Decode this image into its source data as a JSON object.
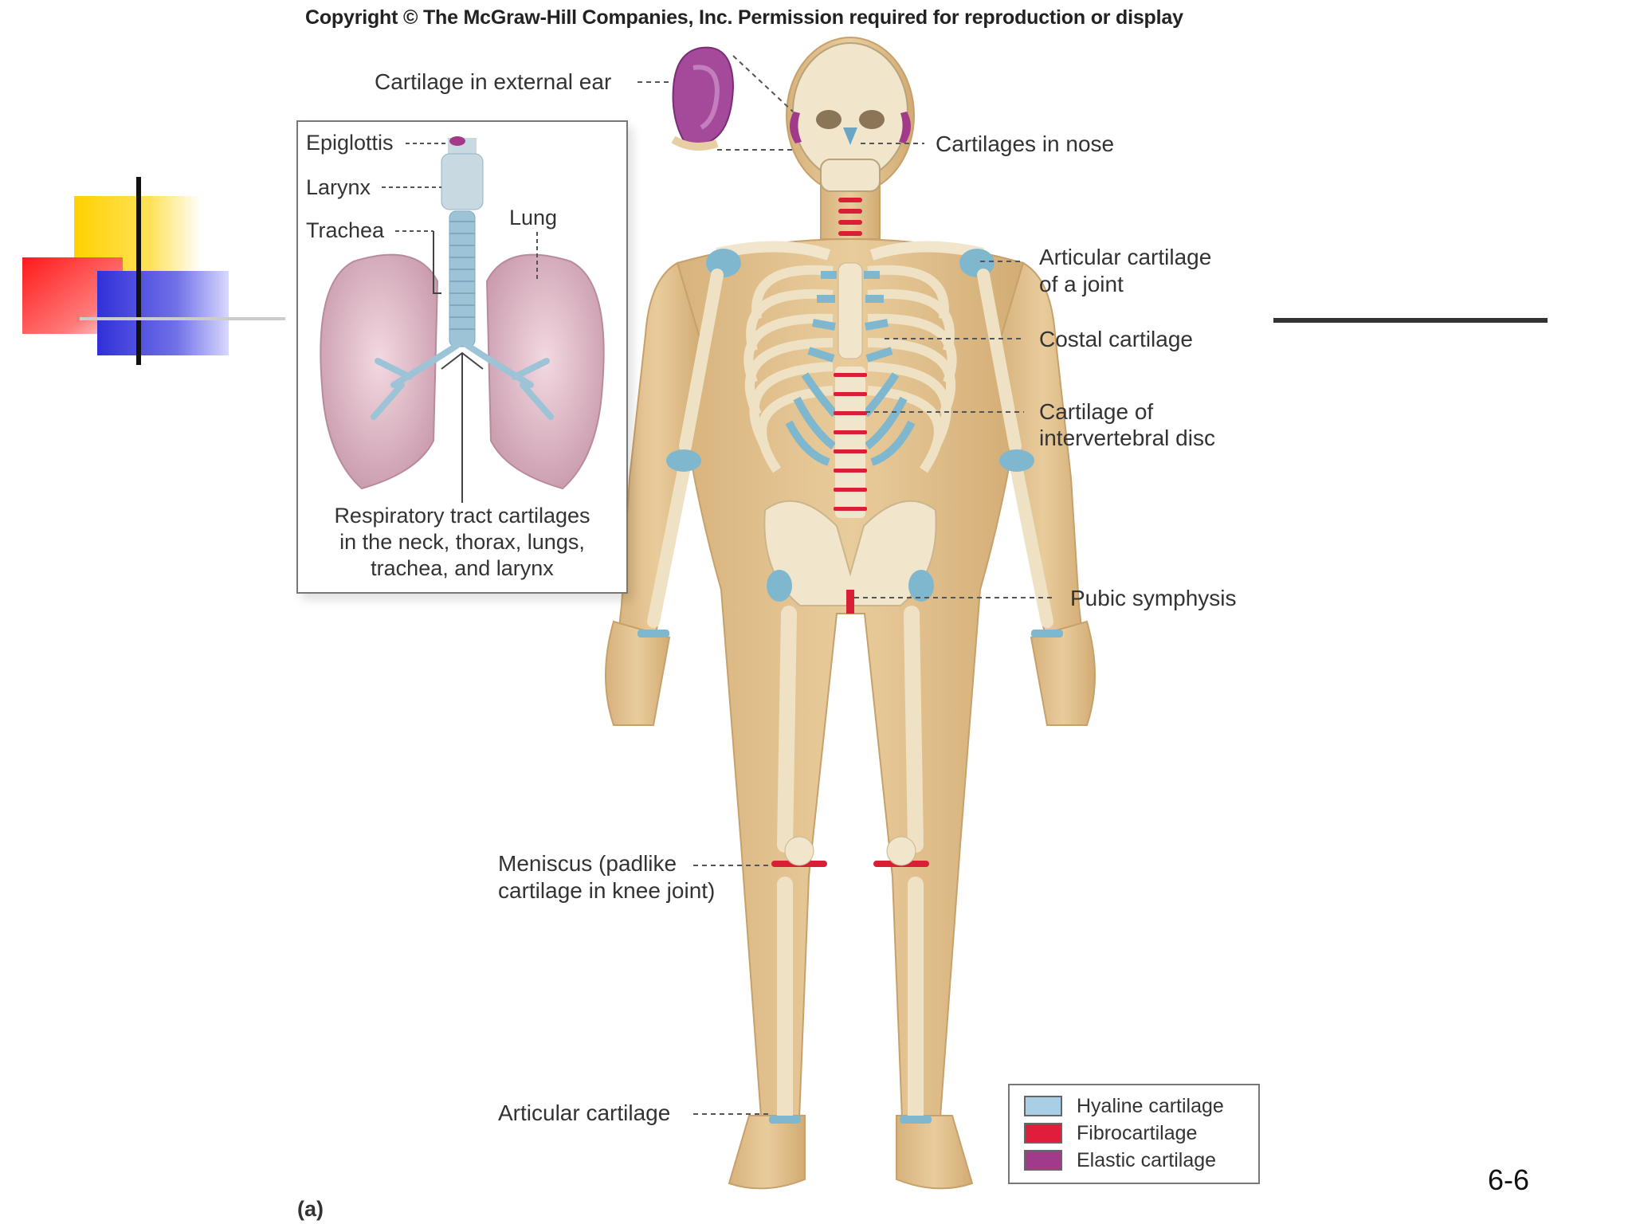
{
  "copyright": "Copyright © The McGraw-Hill Companies, Inc. Permission required for reproduction or display",
  "labels": {
    "external_ear": "Cartilage in external ear",
    "nose": "Cartilages in nose",
    "articular_joint_line1": "Articular cartilage",
    "articular_joint_line2": "of a joint",
    "costal": "Costal cartilage",
    "intervertebral_line1": "Cartilage of",
    "intervertebral_line2": "intervertebral disc",
    "pubic": "Pubic symphysis",
    "meniscus_line1": "Meniscus (padlike",
    "meniscus_line2": "cartilage in knee joint)",
    "articular_foot": "Articular cartilage"
  },
  "inset": {
    "epiglottis": "Epiglottis",
    "larynx": "Larynx",
    "trachea": "Trachea",
    "lung": "Lung",
    "caption_line1": "Respiratory tract cartilages",
    "caption_line2": "in the neck, thorax, lungs,",
    "caption_line3": "trachea, and larynx"
  },
  "legend": [
    {
      "label": "Hyaline cartilage",
      "color": "#a9cfe6"
    },
    {
      "label": "Fibrocartilage",
      "color": "#e11d3c"
    },
    {
      "label": "Elastic cartilage",
      "color": "#a23a8a"
    }
  ],
  "figure_label": "(a)",
  "slide_number": "6-6",
  "colors": {
    "bone": "#ecdcb6",
    "skin": "#e2c190",
    "hyaline": "#7fb7cf",
    "fibro": "#d81f36",
    "elastic": "#9b3f93",
    "lung": "#e6c3cf"
  }
}
